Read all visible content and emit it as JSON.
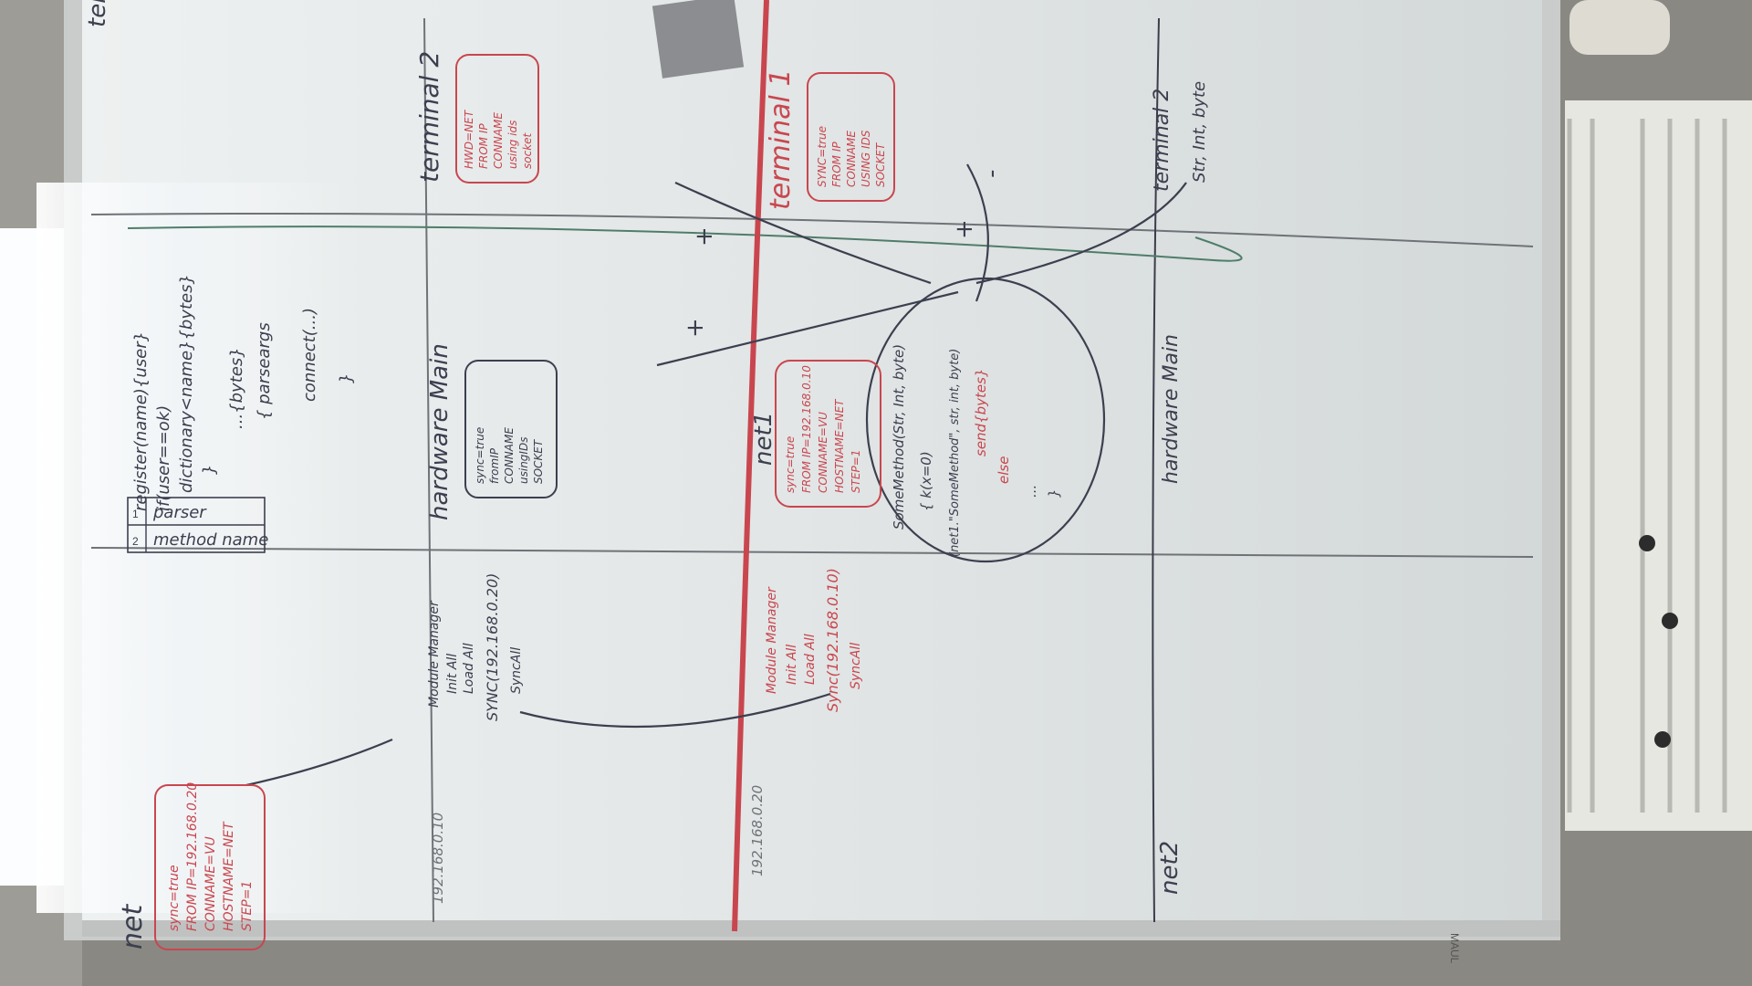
{
  "photo": {
    "wall_color": "#8c8a84",
    "board_color": "#dfe3e3",
    "frame_color": "#cfd2d1",
    "ink": {
      "red": "#c9464f",
      "dark": "#3c3f4f",
      "green": "#4f7d6a",
      "grey": "#6f7377"
    },
    "radiator_color": "#e6e6e1"
  },
  "whiteboard": {
    "brand": "MAUL",
    "top_row_labels": {
      "terminal1_top": "terminal 1",
      "terminal2": "terminal 2",
      "terminal1": "terminal 1",
      "terminal2_sub": "Str, Int, byte"
    },
    "left_column": {
      "net_label": "net",
      "net_box_lines": [
        "sync=true",
        "FROM IP=192.168.0.20",
        "CONNAME=VU",
        "HOSTNAME=NET",
        "STEP=1"
      ],
      "code_lines": [
        "register(name){user}",
        "if(user==ok)",
        "dictionary<name}{bytes}",
        "}",
        "...{bytes}",
        "{ parseargs",
        "connect(...)",
        "}"
      ],
      "table_rows": [
        "parser",
        "method name"
      ],
      "table_index": [
        "1",
        "2"
      ]
    },
    "middle_column": {
      "ip_top": "192.168.0.10",
      "hardware_main_label": "hardware Main",
      "hardware_box_lines": [
        "sync=true",
        "fromIP",
        "CONNAME",
        "usingIDs",
        "SOCKET"
      ],
      "module_manager_lines": [
        "Module Manager",
        "Init All",
        "Load All",
        "SYNC(192.168.0.20)",
        "SyncAll"
      ],
      "terminal2_box_lines": [
        "HWD=NET",
        "FROM IP",
        "CONNAME",
        "using ids",
        "socket"
      ]
    },
    "red_line_column": {
      "ip": "192.168.0.20",
      "net1_label": "net1",
      "net1_box_lines": [
        "sync=true",
        "FROM IP=192.168.0.10",
        "CONNAME=VU",
        "HOSTNAME=NET",
        "STEP=1"
      ],
      "module_manager_lines": [
        "Module Manager",
        "Init All",
        "Load All",
        "Sync(192.168.0.10)",
        "SyncAll"
      ],
      "terminal1_box_lines": [
        "SYNC=true",
        "FROM IP",
        "CONNAME",
        "USING IDS",
        "SOCKET"
      ]
    },
    "right_column": {
      "method_lines": [
        "SomeMethod(Str, Int, byte)",
        "{ k(x=0)",
        "(net1.\"SomeMethod\", str, int, byte)",
        "send{bytes}",
        "else",
        "...",
        "}"
      ],
      "plus_signs": [
        "+",
        "+",
        "+"
      ],
      "minus_sign": "-",
      "hardware_main_label": "hardware Main",
      "net2_label": "net2"
    }
  }
}
